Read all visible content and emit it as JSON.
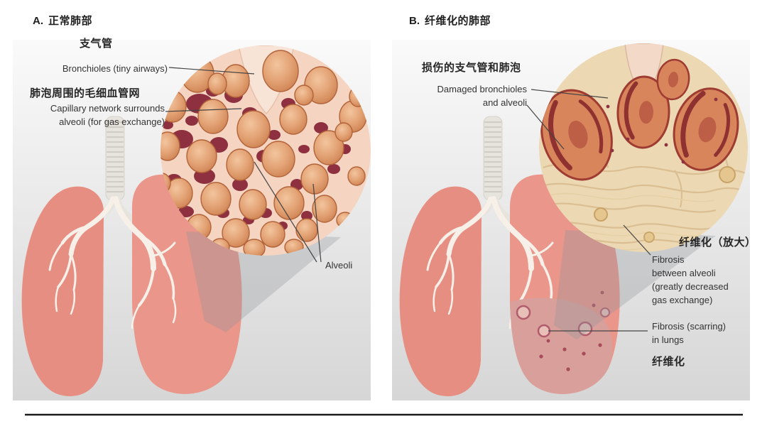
{
  "page": {
    "background": "#ffffff"
  },
  "colors": {
    "lung_salmon": "#e9958a",
    "alveoli_orange": "#dd9b6c",
    "capillary_maroon": "#8e3040",
    "fibrosis_tan": "#ecd8b2",
    "damaged_alveoli": "#d8855c",
    "panel_gray": "#dcdcdc",
    "text": "#2d2d2d"
  },
  "panel_a": {
    "title_prefix": "A.",
    "title": "正常肺部",
    "bronchioles_zh": "支气管",
    "bronchioles_en": "Bronchioles (tiny airways)",
    "capillary_zh": "肺泡周围的毛细血管网",
    "capillary_en_line1": "Capillary network surrounds",
    "capillary_en_line2": "alveoli (for gas exchange)",
    "alveoli_label": "Alveoli"
  },
  "panel_b": {
    "title_prefix": "B.",
    "title": "纤维化的肺部",
    "damaged_zh": "损伤的支气管和肺泡",
    "damaged_en_line1": "Damaged bronchioles",
    "damaged_en_line2": "and alveoli",
    "fibrosis_zoom_zh": "纤维化（放大）",
    "fibrosis_en_line1": "Fibrosis",
    "fibrosis_en_line2": "between alveoli",
    "fibrosis_en_line3": "(greatly decreased",
    "fibrosis_en_line4": "gas exchange)",
    "scarring_en_line1": "Fibrosis (scarring)",
    "scarring_en_line2": "in lungs",
    "fibrosis_zh": "纤维化"
  }
}
